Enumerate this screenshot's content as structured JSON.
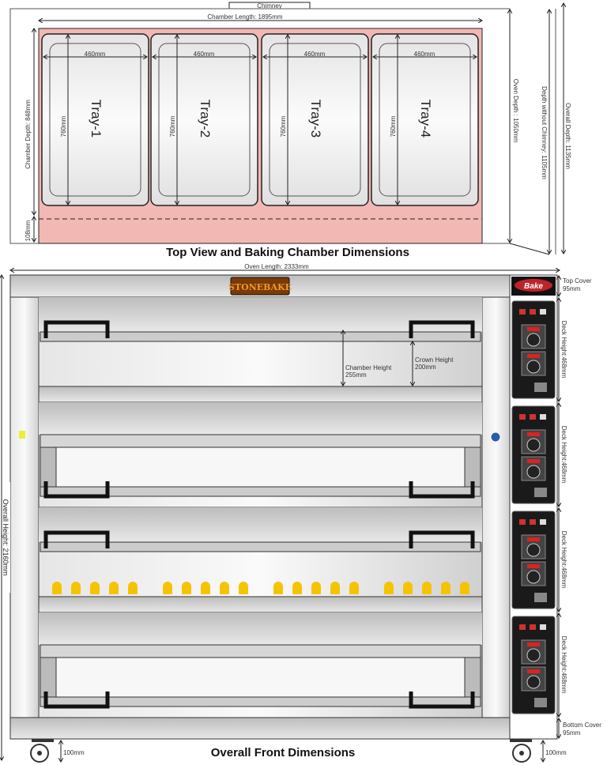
{
  "top_view": {
    "title": "Top View and Baking Chamber Dimensions",
    "chimney_label": "Chimney",
    "chamber_length": "Chamber Length: 1895mm",
    "chamber_depth": "Chamber Depth: 848mm",
    "front_margin": "108mm",
    "oven_depth": "Oven Depth : 1050mm",
    "depth_without_chimney": "Depth without Chimney: 1105mm",
    "overall_depth": "Overall Depth: 1135mm",
    "trays": [
      {
        "label": "Tray-1",
        "width": "460mm",
        "depth": "760mm"
      },
      {
        "label": "Tray-2",
        "width": "460mm",
        "depth": "760mm"
      },
      {
        "label": "Tray-3",
        "width": "460mm",
        "depth": "760mm"
      },
      {
        "label": "Tray-4",
        "width": "460mm",
        "depth": "760mm"
      }
    ],
    "chamber_color": "#f2b8b4"
  },
  "front_view": {
    "title": "Overall Front Dimensions",
    "oven_length": "Oven Length: 2333mm",
    "overall_height": "Overall Height: 2160mm",
    "brand_logo": "STONEBAKE",
    "panel_logo": "Bake",
    "top_cover": [
      "Top Cover",
      "95mm"
    ],
    "bottom_cover": [
      "Bottom Cover",
      "95mm"
    ],
    "leg_height": "100mm",
    "chamber_height": [
      "Chamber Height",
      "255mm"
    ],
    "crown_height": [
      "Crown Height",
      "200mm"
    ],
    "deck_heights": [
      "Deck Height:468mm",
      "Deck Height:468mm",
      "Deck Height:468mm",
      "Deck Height:468mm"
    ],
    "flame_color": "#f5c400",
    "panel_color": "#1a1a1a"
  }
}
